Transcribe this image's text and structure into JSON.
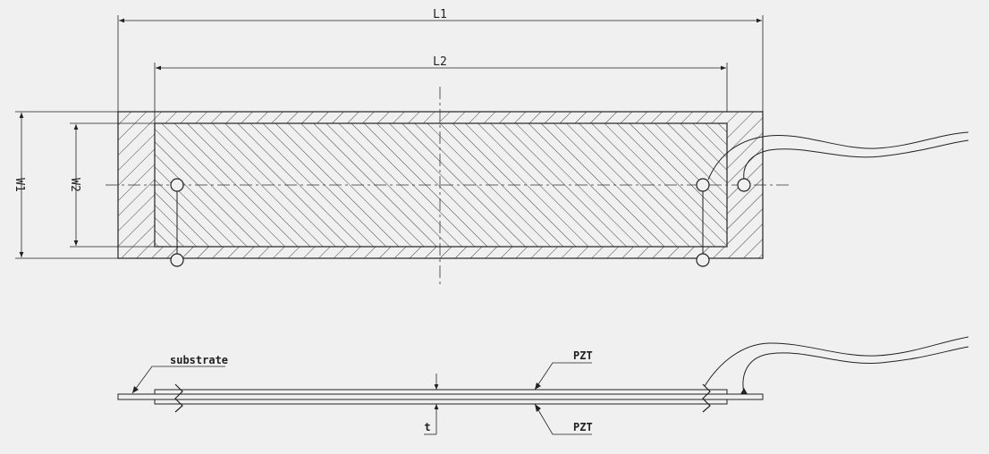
{
  "drawing": {
    "top_view": {
      "dimensions": {
        "L1": "L1",
        "L2": "L2",
        "W1": "W1",
        "W2": "W2"
      }
    },
    "side_view": {
      "labels": {
        "substrate": "substrate",
        "pzt_top": "PZT",
        "pzt_bottom": "PZT",
        "thickness": "t"
      }
    }
  },
  "colors": {
    "background": "#f0f0f0",
    "line": "#222222",
    "hatch": "#444444"
  }
}
